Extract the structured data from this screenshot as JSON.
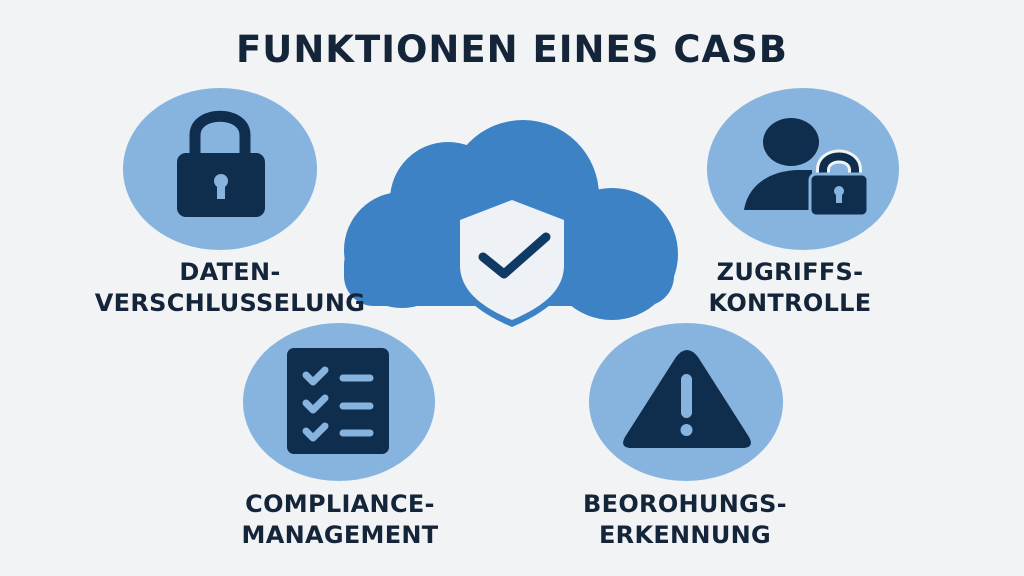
{
  "title": "FUNKTIONEN EINES CASB",
  "colors": {
    "background": "#f1f3f5",
    "text_dark": "#14253a",
    "circle_light_blue": "#86b4df",
    "cloud_blue": "#3d82c4",
    "icon_dark_navy": "#0f2d4d",
    "shield_fill": "#eef2f6"
  },
  "center": {
    "icon": "cloud-shield-check-icon"
  },
  "features": [
    {
      "icon": "padlock-icon",
      "line1": "DATEN-",
      "line2": "VERSCHLUSSELUNG"
    },
    {
      "icon": "user-lock-icon",
      "line1": "ZUGRIFFS-",
      "line2": "KONTROLLE"
    },
    {
      "icon": "checklist-icon",
      "line1": "COMPLIANCE-",
      "line2": "MANAGEMENT"
    },
    {
      "icon": "warning-triangle-icon",
      "line1": "BEOROHUNGS-",
      "line2": "ERKENNUNG"
    }
  ]
}
